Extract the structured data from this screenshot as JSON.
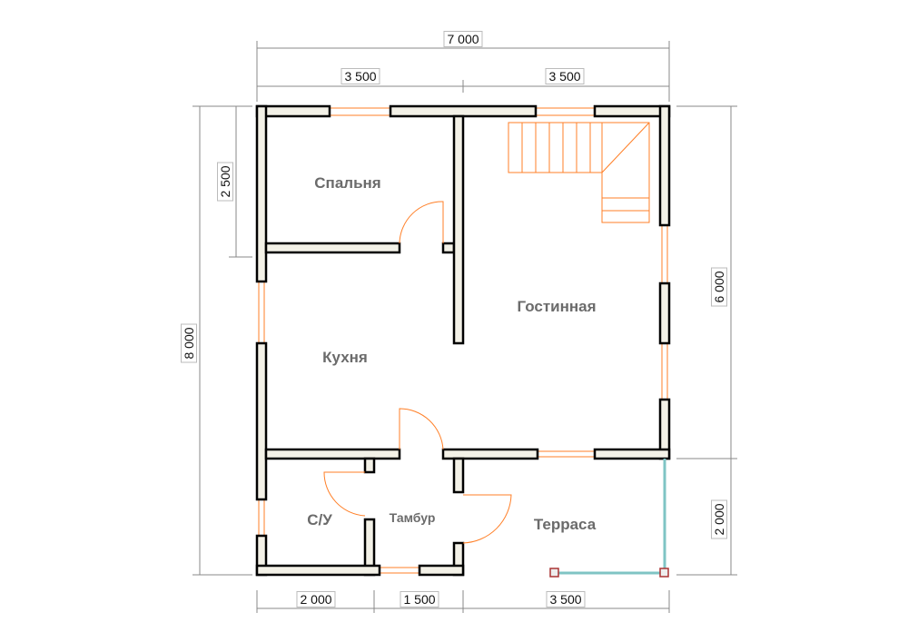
{
  "rooms": {
    "bedroom": "Спальня",
    "living": "Гостинная",
    "kitchen": "Кухня",
    "bathroom": "С/У",
    "vestibule": "Тамбур",
    "terrace": "Терраса"
  },
  "dimensions": {
    "top_total": "7 000",
    "top_left": "3 500",
    "top_right": "3 500",
    "left_total": "8 000",
    "left_top": "2 500",
    "right_top": "6 000",
    "right_bottom": "2 000",
    "bottom_1": "2 000",
    "bottom_2": "1 500",
    "bottom_3": "3 500"
  },
  "colors": {
    "wall_fill": "#f3f1e7",
    "wall_stroke": "#000000",
    "door": "#ff7f27",
    "railing": "#7fc4c4"
  }
}
